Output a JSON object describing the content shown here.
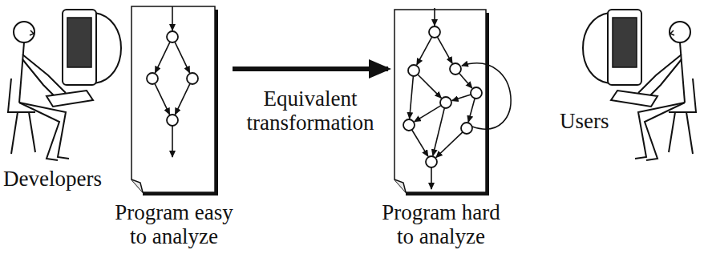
{
  "diagram": {
    "nodes": [
      {
        "text": [
          "Program easy to analyze"
        ]
      },
      {
        "text": [
          "Program hard to analyze"
        ]
      }
    ],
    "edges": [
      {
        "from": 0,
        "to": 1,
        "arrow": "to",
        "label": "Equivalent transformation"
      }
    ],
    "labels": [
      "Developers",
      "Users"
    ]
  }
}
